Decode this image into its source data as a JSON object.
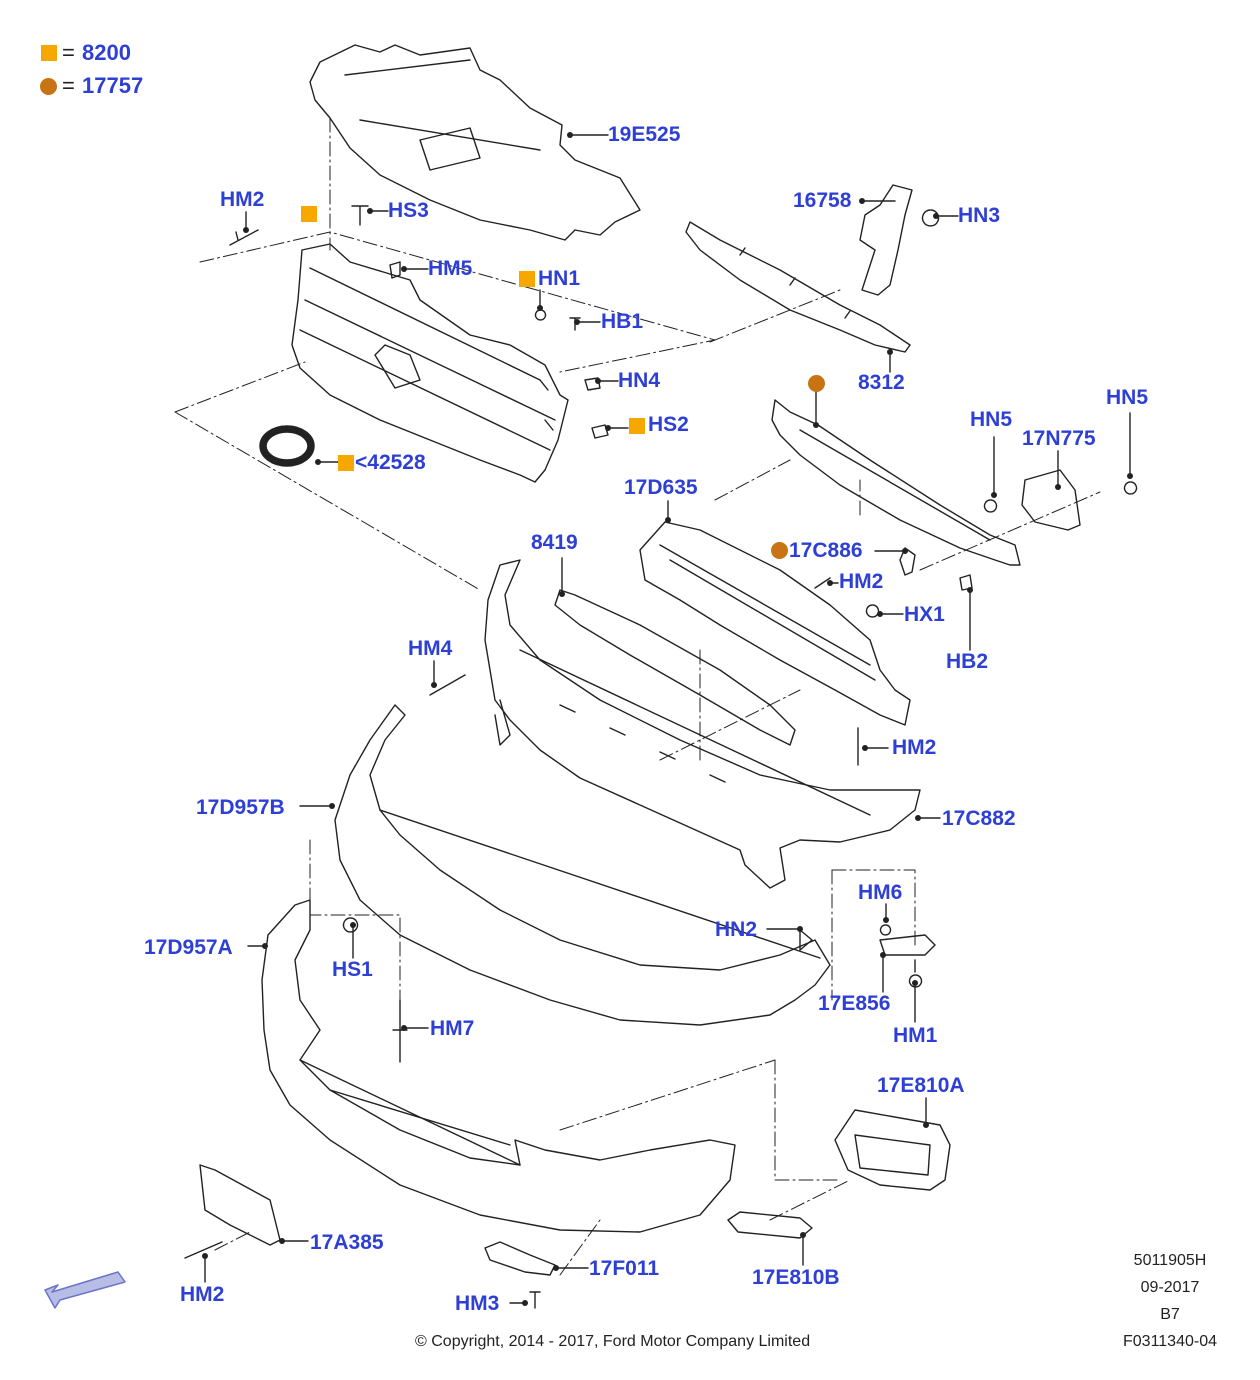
{
  "colors": {
    "label": "#2e3fd6",
    "square": "#f7a800",
    "circle": "#c87414",
    "line": "#222222",
    "arrow_fill": "#b8bde6",
    "arrow_stroke": "#6a74c9"
  },
  "legend": {
    "square_value": "8200",
    "circle_value": "17757",
    "equals": "="
  },
  "labels": {
    "p19E525": "19E525",
    "p16758": "16758",
    "hn3": "HN3",
    "hm2_top": "HM2",
    "hs3": "HS3",
    "hm5": "HM5",
    "hn1": "HN1",
    "hb1": "HB1",
    "hn4": "HN4",
    "p8312": "8312",
    "hs2": "HS2",
    "p42528": "<42528",
    "hn5_a": "HN5",
    "hn5_b": "HN5",
    "p17N775": "17N775",
    "p17D635": "17D635",
    "p8419": "8419",
    "p17C886": "17C886",
    "hm2_mid": "HM2",
    "hx1": "HX1",
    "hb2": "HB2",
    "hm4": "HM4",
    "hm2_low": "HM2",
    "p17D957B": "17D957B",
    "p17C882": "17C882",
    "hm6": "HM6",
    "hn2": "HN2",
    "p17D957A": "17D957A",
    "hs1": "HS1",
    "p17E856": "17E856",
    "hm7": "HM7",
    "hm1": "HM1",
    "p17E810A": "17E810A",
    "p17A385": "17A385",
    "p17F011": "17F011",
    "p17E810B": "17E810B",
    "hm2_bottom": "HM2",
    "hm3": "HM3"
  },
  "footer": {
    "ref": "5011905H",
    "date": "09-2017",
    "code": "B7",
    "figure": "F0311340-04",
    "copyright": "© Copyright, 2014 - 2017, Ford Motor Company Limited"
  },
  "icons": {
    "legend_square": "square-marker-icon",
    "legend_circle": "circle-marker-icon",
    "direction": "front-direction-arrow-icon"
  }
}
